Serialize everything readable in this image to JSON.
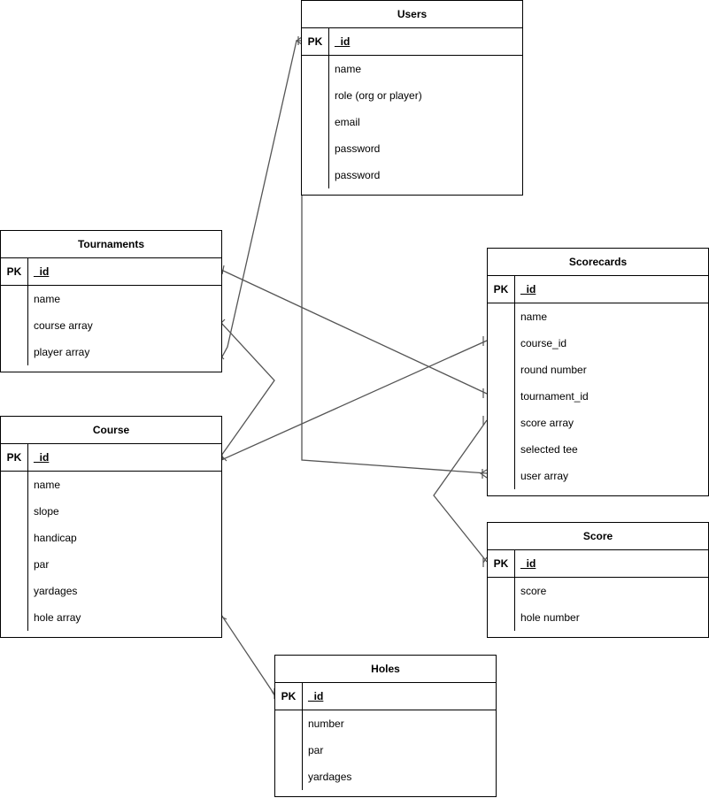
{
  "entities": {
    "users": {
      "title": "Users",
      "pk_label": "PK",
      "pk_field": "_id",
      "fields": [
        "name",
        "role (org or player)",
        "email",
        "password",
        "password"
      ]
    },
    "tournaments": {
      "title": "Tournaments",
      "pk_label": "PK",
      "pk_field": "_id",
      "fields": [
        "name",
        "course array",
        "player array"
      ]
    },
    "course": {
      "title": "Course",
      "pk_label": "PK",
      "pk_field": "_id",
      "fields": [
        "name",
        "slope",
        "handicap",
        "par",
        "yardages",
        "hole array"
      ]
    },
    "scorecards": {
      "title": "Scorecards",
      "pk_label": "PK",
      "pk_field": "_id",
      "fields": [
        "name",
        "course_id",
        "round number",
        "tournament_id",
        "score array",
        "selected tee",
        "user array"
      ]
    },
    "score": {
      "title": "Score",
      "pk_label": "PK",
      "pk_field": "_id",
      "fields": [
        "score",
        "hole number"
      ]
    },
    "holes": {
      "title": "Holes",
      "pk_label": "PK",
      "pk_field": "_id",
      "fields": [
        "number",
        "par",
        "yardages"
      ]
    }
  },
  "relationships": [
    {
      "from": "tournaments.player array",
      "to": "users._id"
    },
    {
      "from": "tournaments.course array",
      "to": "course._id"
    },
    {
      "from": "tournaments._id",
      "to": "scorecards.tournament_id"
    },
    {
      "from": "course._id",
      "to": "scorecards.course_id"
    },
    {
      "from": "users",
      "to": "scorecards.user array"
    },
    {
      "from": "scorecards.score array",
      "to": "score._id"
    },
    {
      "from": "course.hole array",
      "to": "holes._id"
    }
  ]
}
